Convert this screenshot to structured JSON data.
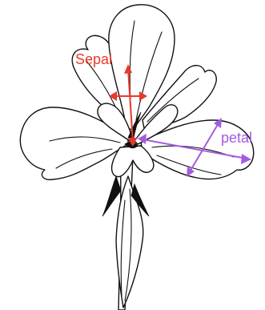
{
  "labels": {
    "sepal": "Sepal",
    "petal": "petal"
  },
  "colors": {
    "background": "#ffffff",
    "outline": "#111111",
    "sepal": "#e8392b",
    "petal": "#a35ce0"
  },
  "icons": {
    "subject": "iris-flower-line-drawing"
  }
}
